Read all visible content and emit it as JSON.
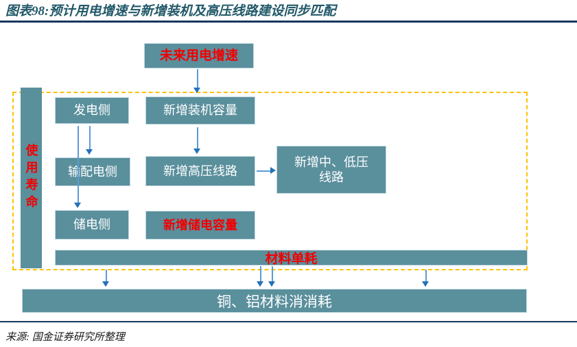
{
  "title": "图表98:预计用电增速与新增装机及高压线路建设同步匹配",
  "diagram": {
    "future_demand": "未来用电增速",
    "lifespan": "使用寿命",
    "generation_side": "发电侧",
    "new_installed_capacity": "新增装机容量",
    "transmission_side": "输配电侧",
    "new_hv_lines": "新增高压线路",
    "new_mlv_lines": "新增中、低压\n线路",
    "storage_side": "储电侧",
    "new_storage_capacity": "新增储电容量",
    "material_unit_consumption": "材料单耗",
    "copper_aluminum_consumption": "铜、铝材料消消耗"
  },
  "source": "来源: 国金证券研究所整理",
  "colors": {
    "box_teal": "#5A8F9C",
    "highlight_red": "#F20000",
    "arrow_line_blue": "#5B9BD5",
    "arrow_head_blue": "#2471B8",
    "dashed_border_yellow": "#FFC000",
    "title_teal": "#215868",
    "rule_navy": "#17375E"
  }
}
